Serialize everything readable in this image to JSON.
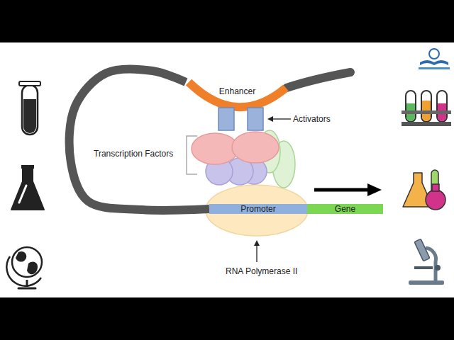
{
  "diagram": {
    "nodes": [
      {
        "text": [
          "Enhancer"
        ]
      },
      {
        "text": [
          "Promoter"
        ]
      },
      {
        "text": [
          "Gene"
        ]
      }
    ],
    "edges": [
      {
        "from": 0,
        "to": 1,
        "arrow": "none"
      }
    ],
    "labels": [
      "Activators",
      "Transcription Factors",
      "RNA Polymerase II"
    ]
  }
}
